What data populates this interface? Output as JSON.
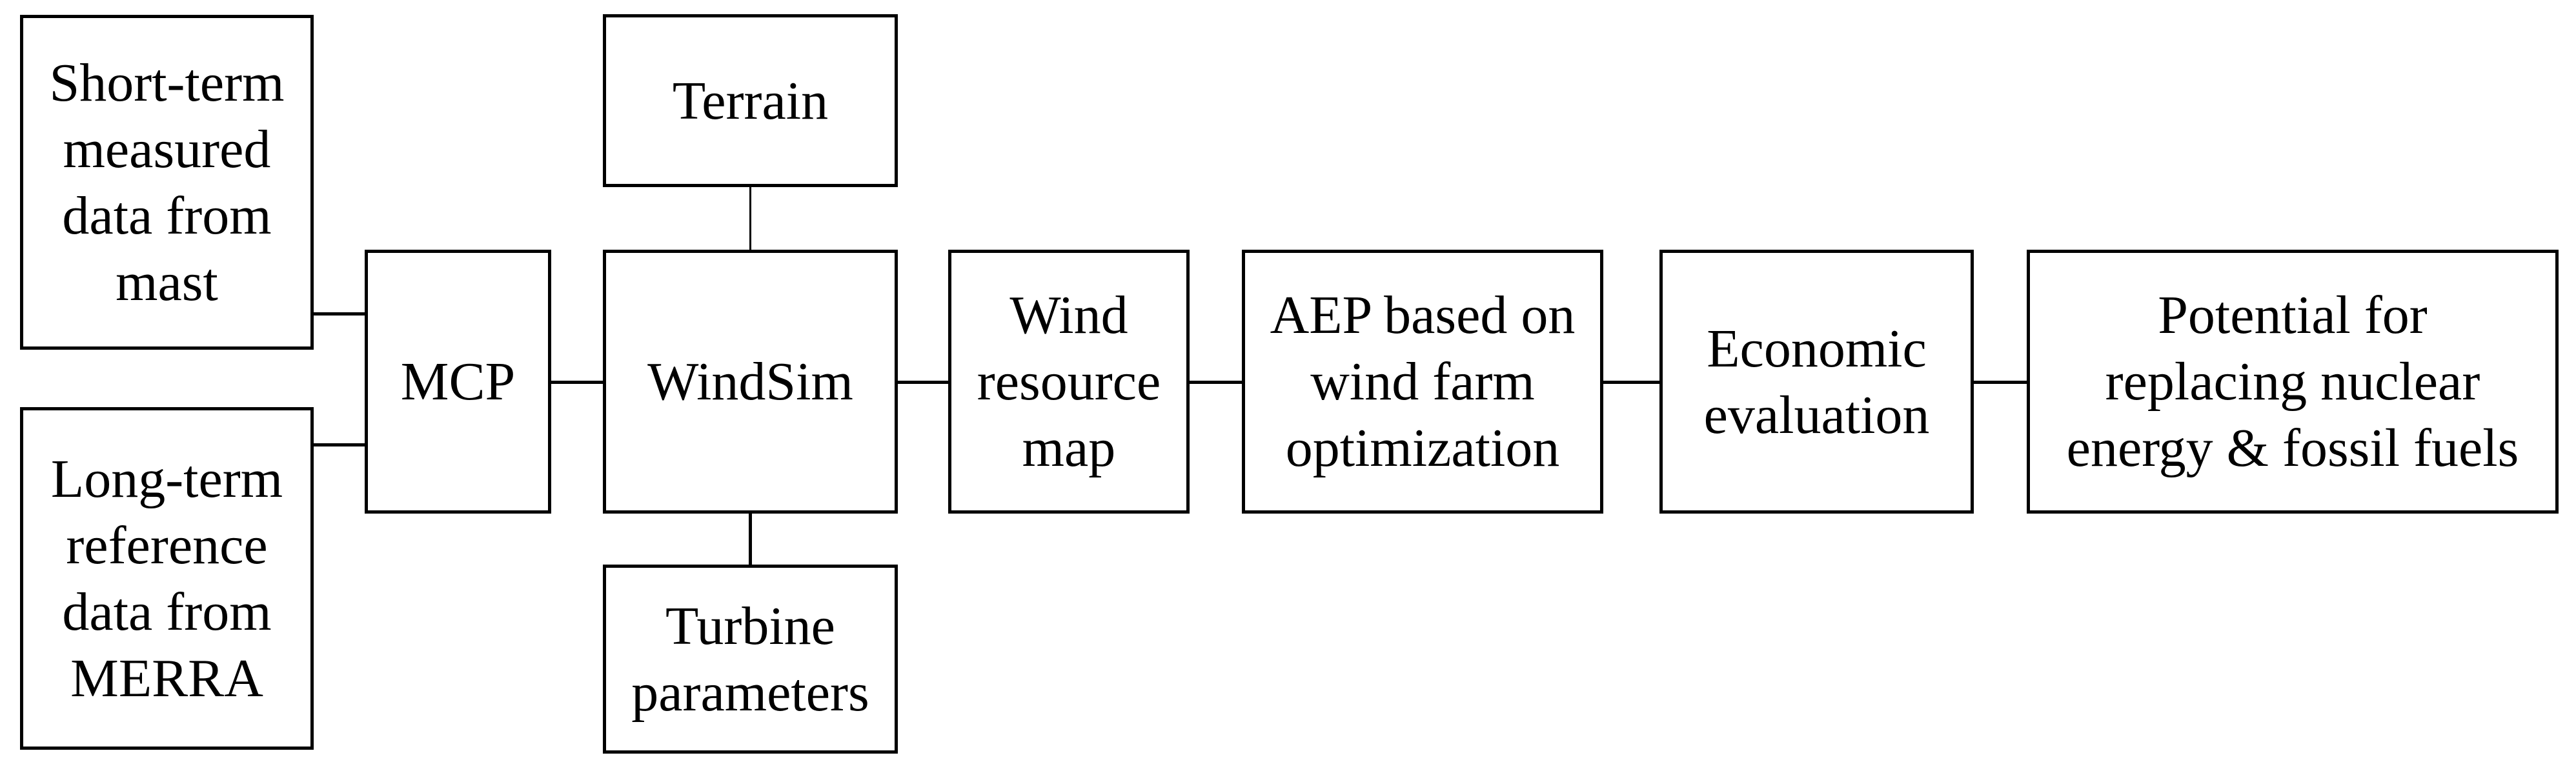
{
  "diagram": {
    "short_term": {
      "lines": [
        "Short-term",
        "measured",
        "data from",
        "mast"
      ]
    },
    "long_term": {
      "lines": [
        "Long-term",
        "reference",
        "data from",
        "MERRA"
      ]
    },
    "mcp": {
      "lines": [
        "MCP"
      ]
    },
    "windsim": {
      "lines": [
        "WindSim"
      ]
    },
    "terrain": {
      "lines": [
        "Terrain"
      ]
    },
    "turbine": {
      "lines": [
        "Turbine",
        "parameters"
      ]
    },
    "wind_map": {
      "lines": [
        "Wind",
        "resource",
        "map"
      ]
    },
    "aep": {
      "lines": [
        "AEP based on",
        "wind farm",
        "optimization"
      ]
    },
    "economic": {
      "lines": [
        "Economic",
        "evaluation"
      ]
    },
    "potential": {
      "lines": [
        "Potential for",
        "replacing nuclear",
        "energy & fossil fuels"
      ]
    }
  }
}
